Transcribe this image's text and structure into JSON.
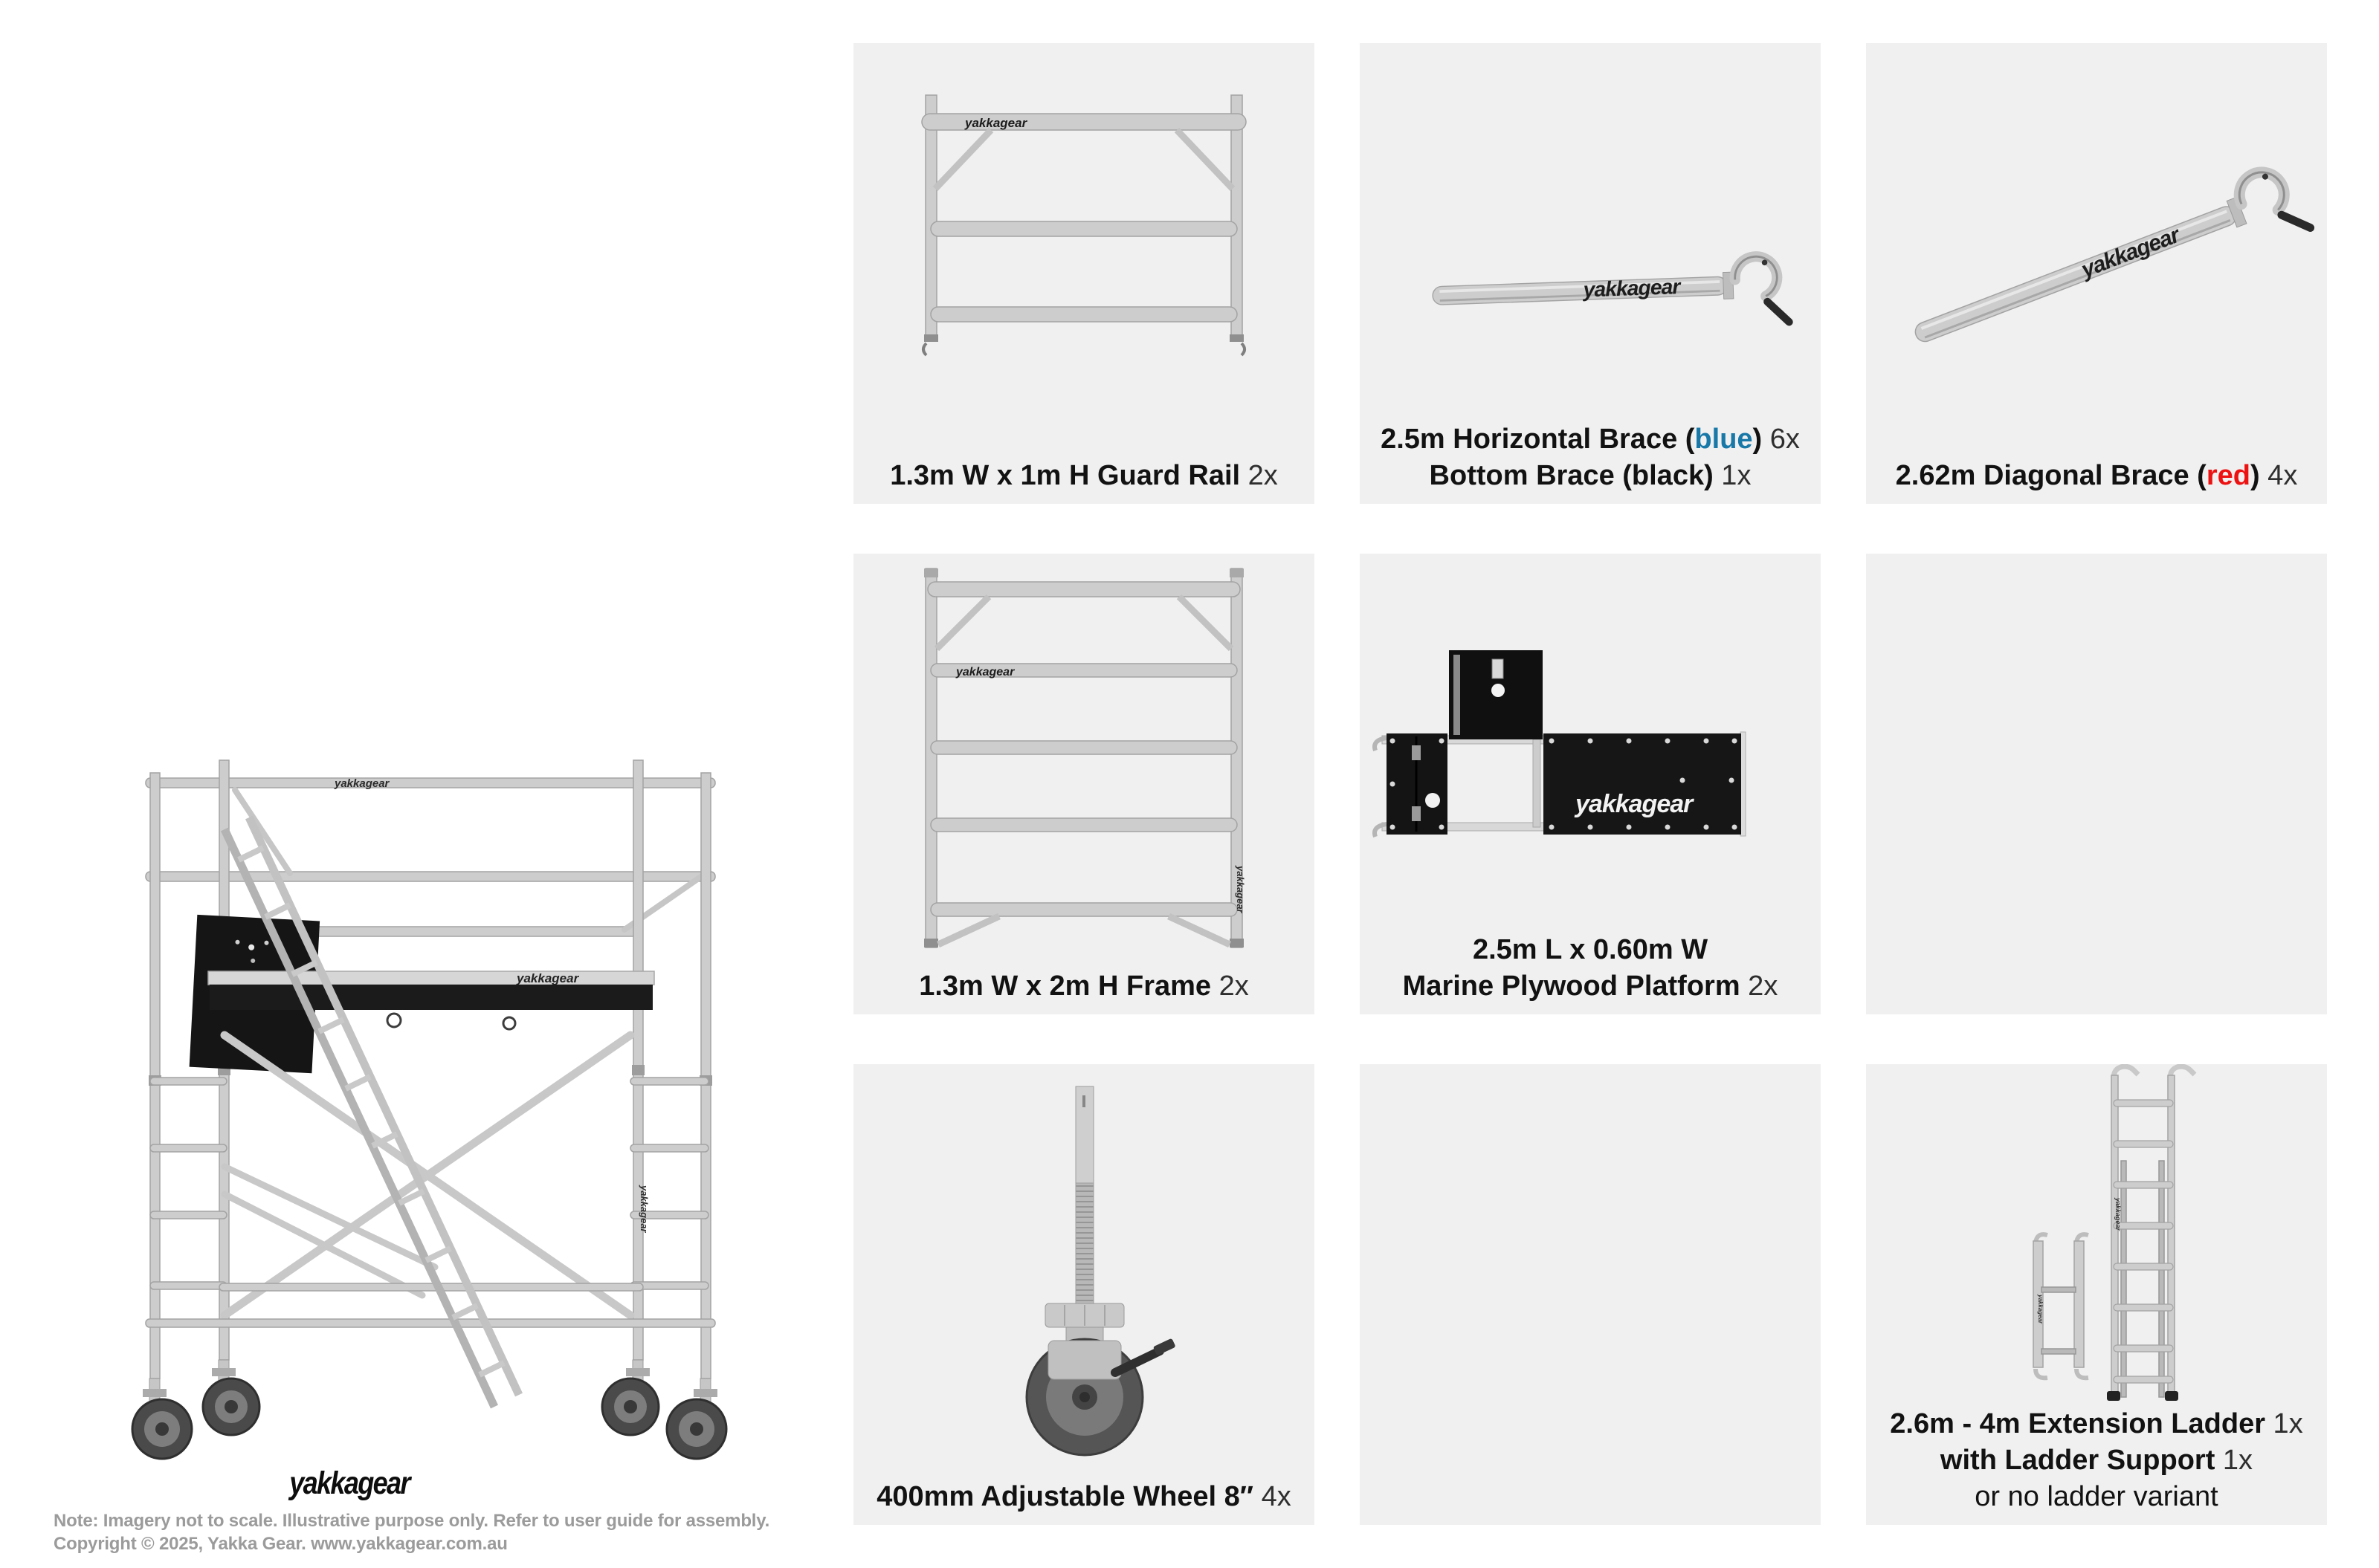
{
  "page": {
    "background": "#ffffff",
    "cell_background": "#f0f0f0"
  },
  "colors": {
    "blue_highlight": "#1878a8",
    "red_highlight": "#ed1111",
    "caption_text": "#121212",
    "count_text": "#2e2e2e",
    "note_text": "#9b9b9b",
    "platform_black": "#1b1b1b"
  },
  "brand": {
    "label": "yakkagear"
  },
  "footer": {
    "logo": "yakkagear",
    "note1": "Note: Imagery not to scale. Illustrative purpose only. Refer to user guide for assembly.",
    "note2": "Copyright © 2025, Yakka Gear. www.yakkagear.com.au"
  },
  "cells": [
    {
      "key": "guard-rail",
      "caption": [
        [
          {
            "t": "1.3m W x 1m H Guard Rail",
            "c": "b"
          },
          {
            "t": " 2x",
            "c": "n"
          }
        ]
      ]
    },
    {
      "key": "horizontal-brace",
      "caption": [
        [
          {
            "t": "2.5m Horizontal Brace (",
            "c": "b"
          },
          {
            "t": "blue",
            "c": "blue"
          },
          {
            "t": ")",
            "c": "b"
          },
          {
            "t": " 6x",
            "c": "n"
          }
        ],
        [
          {
            "t": "Bottom Brace (black)",
            "c": "b"
          },
          {
            "t": " 1x",
            "c": "n"
          }
        ]
      ]
    },
    {
      "key": "diagonal-brace",
      "caption": [
        [
          {
            "t": "2.62m Diagonal Brace (",
            "c": "b"
          },
          {
            "t": "red",
            "c": "red"
          },
          {
            "t": ")",
            "c": "b"
          },
          {
            "t": " 4x",
            "c": "n"
          }
        ]
      ]
    },
    {
      "key": "frame",
      "caption": [
        [
          {
            "t": "1.3m W x 2m H Frame",
            "c": "b"
          },
          {
            "t": " 2x",
            "c": "n"
          }
        ]
      ]
    },
    {
      "key": "platform",
      "caption": [
        [
          {
            "t": "2.5m L x 0.60m W",
            "c": "b"
          }
        ],
        [
          {
            "t": "Marine Plywood Platform",
            "c": "b"
          },
          {
            "t": " 2x",
            "c": "n"
          }
        ]
      ]
    },
    {
      "key": "empty-1",
      "caption": []
    },
    {
      "key": "wheel",
      "caption": [
        [
          {
            "t": "400mm Adjustable Wheel 8″",
            "c": "b"
          },
          {
            "t": " 4x",
            "c": "n"
          }
        ]
      ]
    },
    {
      "key": "empty-2",
      "caption": []
    },
    {
      "key": "ladder",
      "caption": [
        [
          {
            "t": "2.6m - 4m Extension Ladder",
            "c": "b"
          },
          {
            "t": " 1x",
            "c": "n"
          }
        ],
        [
          {
            "t": "with Ladder Support",
            "c": "b"
          },
          {
            "t": " 1x",
            "c": "n"
          }
        ],
        [
          {
            "t": "or no ladder variant",
            "c": "r"
          }
        ]
      ]
    }
  ]
}
